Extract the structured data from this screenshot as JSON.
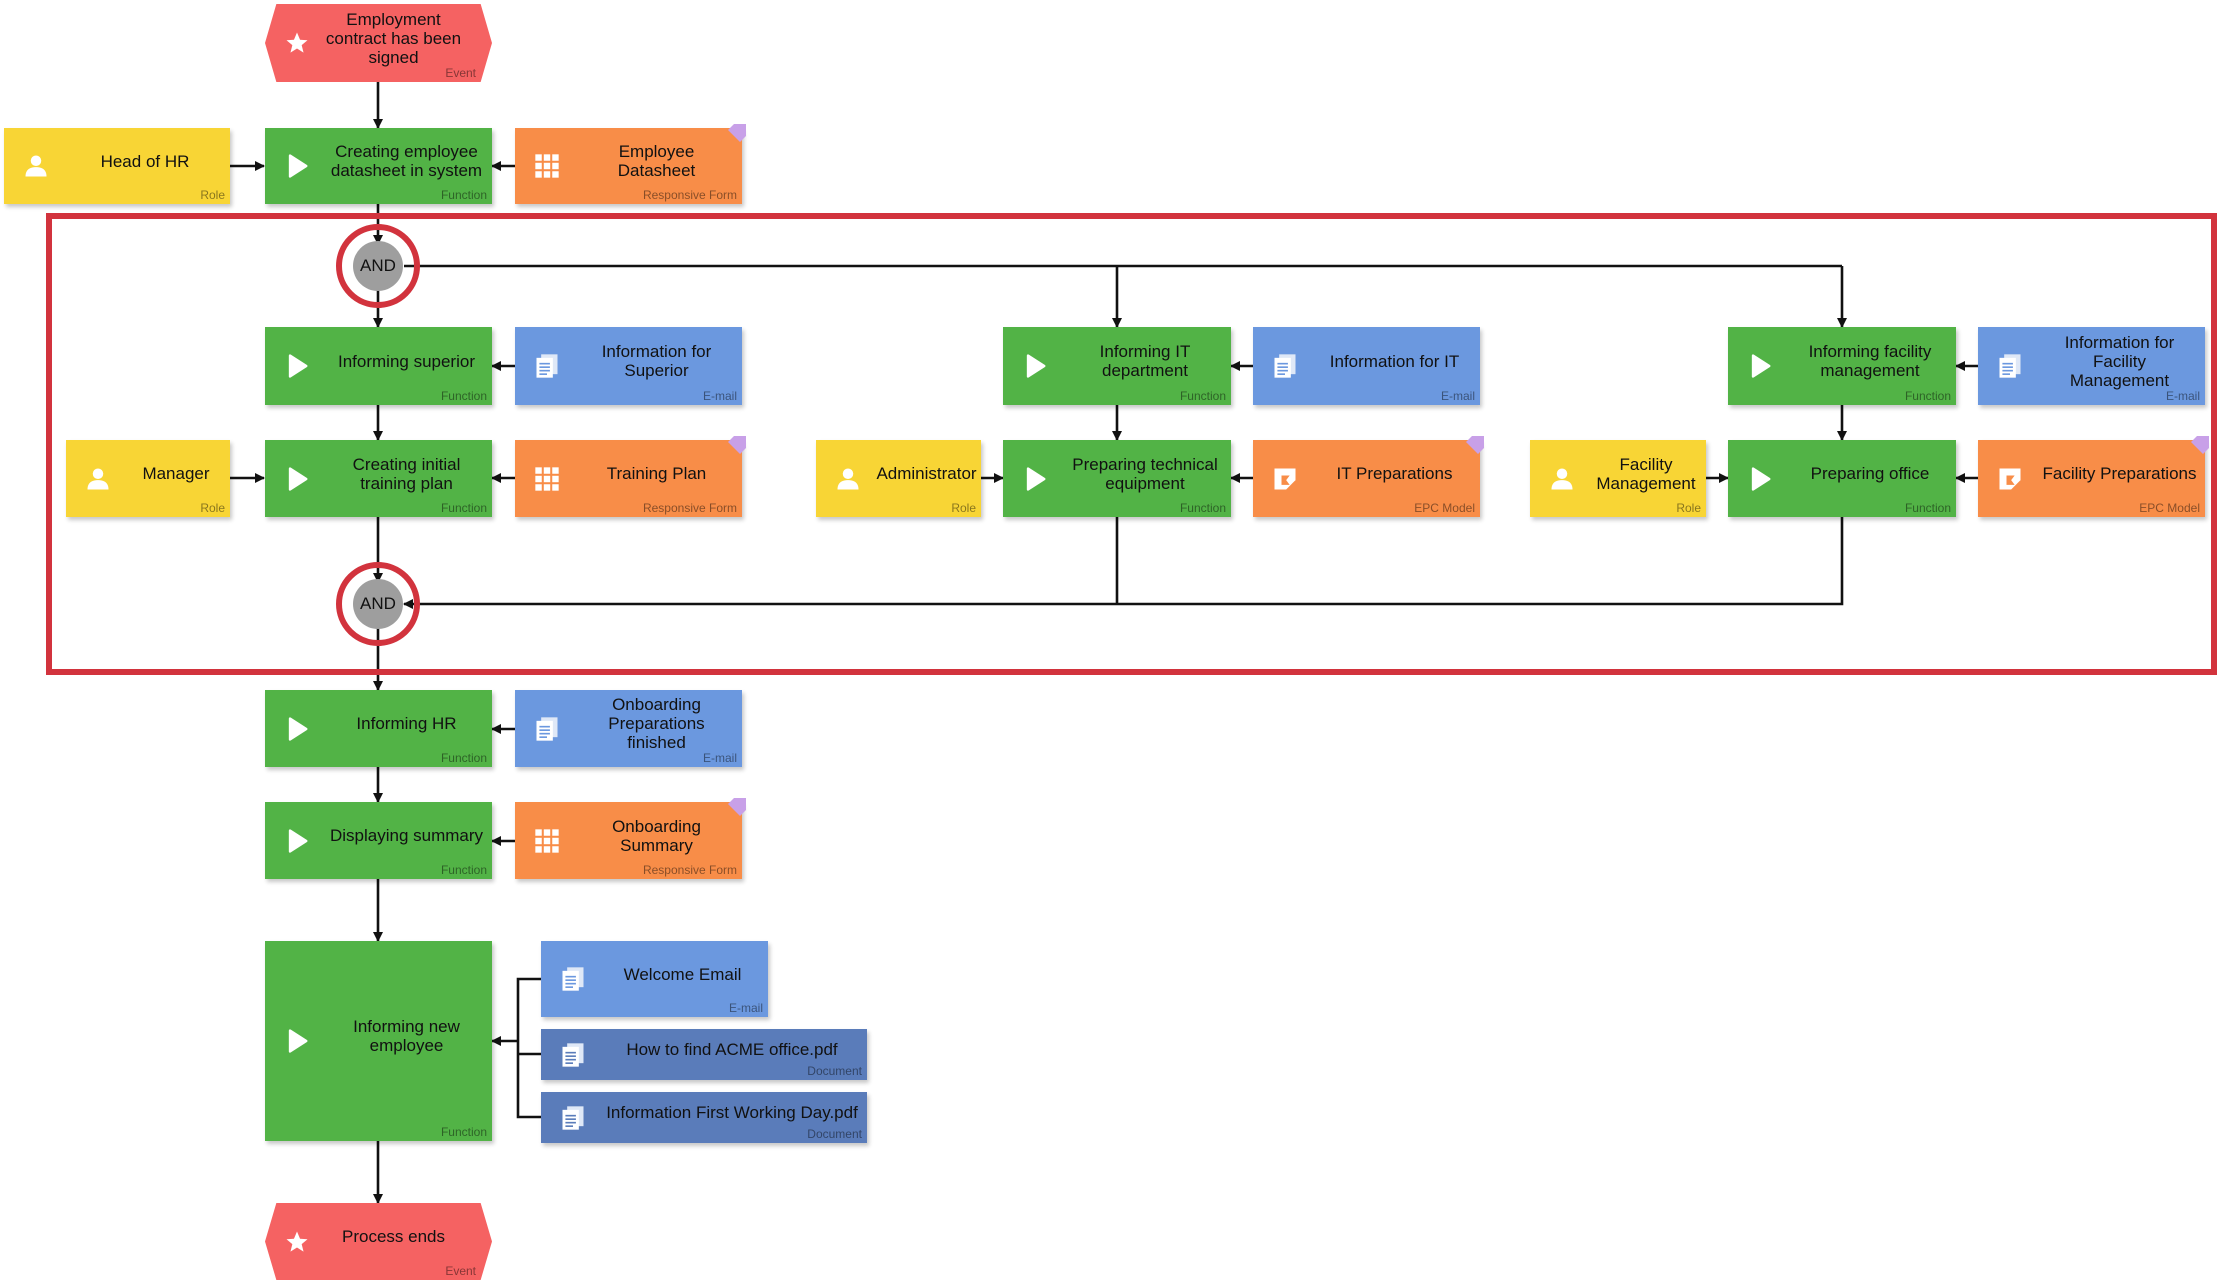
{
  "diagram": {
    "events": [
      {
        "id": "start",
        "label": "Employment contract has been signed",
        "type": "Event"
      },
      {
        "id": "end",
        "label": "Process ends",
        "type": "Event"
      }
    ],
    "functions": [
      {
        "id": "f_create",
        "label": "Creating employee datasheet in system",
        "type": "Function"
      },
      {
        "id": "f_superior",
        "label": "Informing superior",
        "type": "Function"
      },
      {
        "id": "f_training",
        "label": "Creating initial training plan",
        "type": "Function"
      },
      {
        "id": "f_it",
        "label": "Informing IT department",
        "type": "Function"
      },
      {
        "id": "f_equip",
        "label": "Preparing technical equipment",
        "type": "Function"
      },
      {
        "id": "f_facility",
        "label": "Informing facility management",
        "type": "Function"
      },
      {
        "id": "f_office",
        "label": "Preparing office",
        "type": "Function"
      },
      {
        "id": "f_hr",
        "label": "Informing HR",
        "type": "Function"
      },
      {
        "id": "f_summary",
        "label": "Displaying summary",
        "type": "Function"
      },
      {
        "id": "f_newemp",
        "label": "Informing new employee",
        "type": "Function"
      }
    ],
    "roles": [
      {
        "id": "r_hr",
        "label": "Head of HR",
        "type": "Role"
      },
      {
        "id": "r_manager",
        "label": "Manager",
        "type": "Role"
      },
      {
        "id": "r_admin",
        "label": "Administrator",
        "type": "Role"
      },
      {
        "id": "r_fm",
        "label": "Facility Management",
        "type": "Role"
      }
    ],
    "artifacts": [
      {
        "id": "a_datasheet",
        "label": "Employee Datasheet",
        "type": "Responsive Form"
      },
      {
        "id": "a_superior",
        "label": "Information for Superior",
        "type": "E-mail"
      },
      {
        "id": "a_training",
        "label": "Training Plan",
        "type": "Responsive Form"
      },
      {
        "id": "a_it_info",
        "label": "Information for IT",
        "type": "E-mail"
      },
      {
        "id": "a_it_prep",
        "label": "IT Preparations",
        "type": "EPC Model"
      },
      {
        "id": "a_fm_info",
        "label": "Information for Facility Management",
        "type": "E-mail"
      },
      {
        "id": "a_fm_prep",
        "label": "Facility Preparations",
        "type": "EPC Model"
      },
      {
        "id": "a_onb_fin",
        "label": "Onboarding Preparations finished",
        "type": "E-mail"
      },
      {
        "id": "a_onb_sum",
        "label": "Onboarding Summary",
        "type": "Responsive Form"
      },
      {
        "id": "a_welcome",
        "label": "Welcome Email",
        "type": "E-mail"
      },
      {
        "id": "a_acme",
        "label": "How to find ACME office.pdf",
        "type": "Document"
      },
      {
        "id": "a_first",
        "label": "Information First Working Day.pdf",
        "type": "Document"
      }
    ],
    "gateways": [
      {
        "id": "g_split",
        "label": "AND"
      },
      {
        "id": "g_join",
        "label": "AND"
      }
    ],
    "colors": {
      "function": "#52b346",
      "role": "#f8d535",
      "form": "#f88d48",
      "email": "#6b98df",
      "document": "#5a7cba",
      "event": "#f56262",
      "gateway": "#9e9e9e",
      "highlight": "#d2333d"
    },
    "icons": {
      "event": "star-icon",
      "function": "play-icon",
      "role": "user-icon",
      "form": "grid-icon",
      "email": "document-stack-icon",
      "document": "document-stack-icon",
      "model": "epc-model-icon",
      "tag": "tag-icon"
    }
  }
}
